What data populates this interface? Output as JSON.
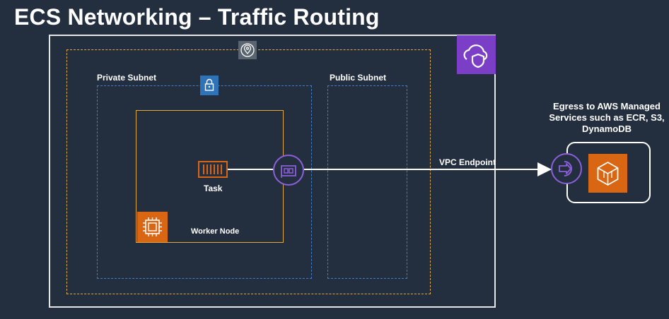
{
  "title": "ECS Networking – Traffic Routing",
  "private_subnet_label": "Private Subnet",
  "public_subnet_label": "Public Subnet",
  "task_label": "Task",
  "worker_node_label": "Worker Node",
  "vpc_endpoint_label": "VPC Endpoint",
  "egress_text": "Egress to AWS Managed Services such as ECR, S3, DynamoDB",
  "icons": {
    "region": "location-pin-icon",
    "vpc": "vpc-cloud-shield-icon",
    "subnet": "lock-icon",
    "task": "container-icon",
    "eni": "network-interface-icon",
    "worker": "ec2-instance-icon",
    "endpoint": "vpc-endpoint-icon",
    "service": "aws-service-cube-icon"
  },
  "colors": {
    "background": "#232f3e",
    "orange": "#e3a93b",
    "blue": "#3f7fc8",
    "purple": "#7b3ec6",
    "ec2_orange": "#d86613"
  }
}
